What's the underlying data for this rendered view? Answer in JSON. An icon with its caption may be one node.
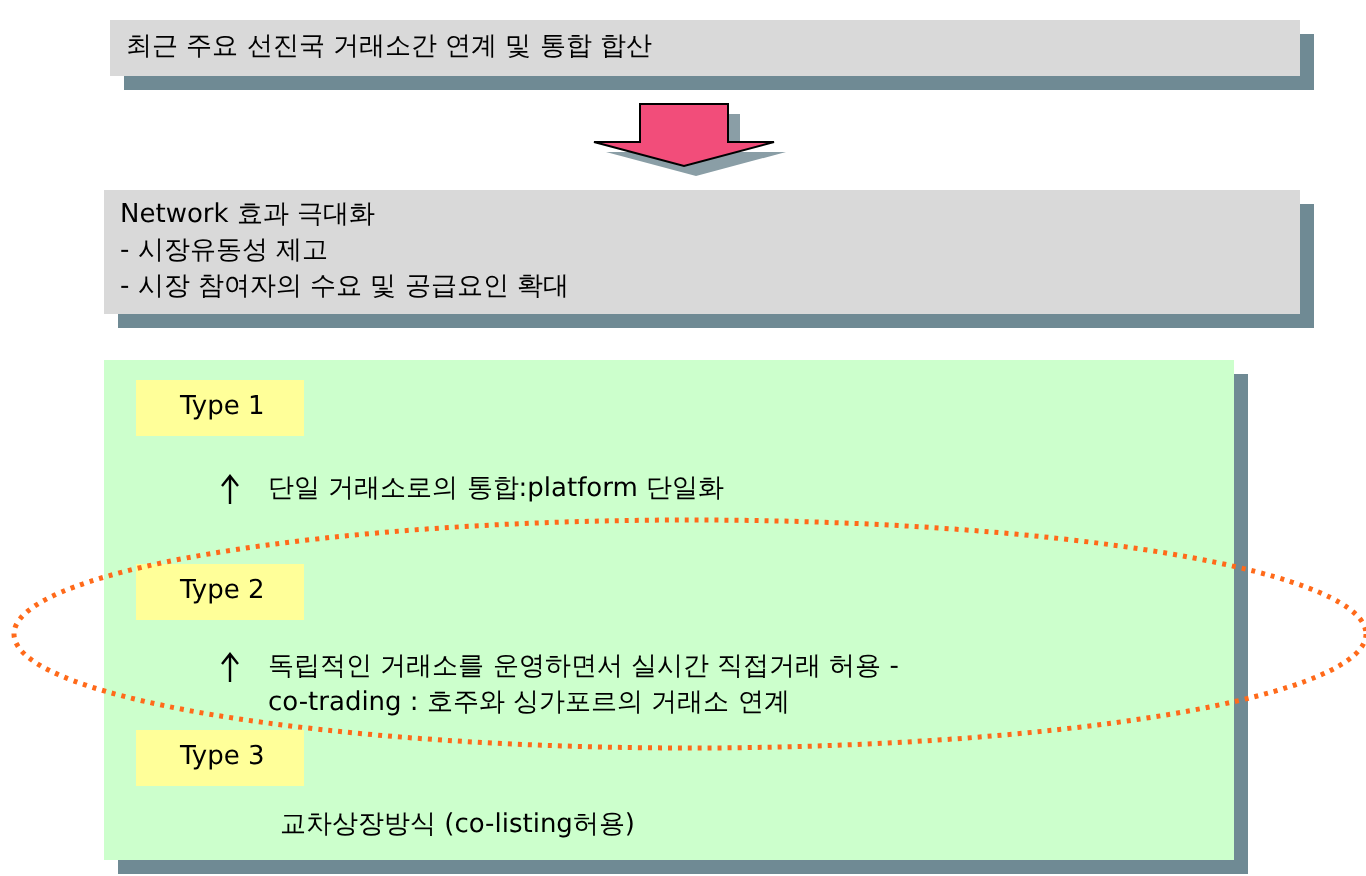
{
  "diagram": {
    "nodes": [
      {
        "text": [
          "최근 주요 선진국 거래소간 연계 및 통합 합산"
        ]
      },
      {
        "text": [
          "Network 효과 극대화",
          "- 시장유동성 제고",
          "- 시장 참여자의 수요 및 공급요인 확대"
        ]
      },
      {
        "text": [],
        "shape": "box"
      },
      {
        "text": [
          "Type 1"
        ],
        "in": 2
      },
      {
        "text": [
          "Type 2"
        ],
        "in": 2
      },
      {
        "text": [
          "Type 3"
        ],
        "in": 2
      }
    ],
    "edges": [
      {
        "from": 0,
        "to": 1,
        "arrow": "to"
      }
    ],
    "labels": [
      "단일 거래소로의 통합:platform 단일화",
      "독립적인 거래소를 운영하면서 실시간 직접거래 허용 -co-trading : 호주와 싱가포르의 거래소 연계",
      "교차상장방식 (co-listing허용)"
    ]
  }
}
